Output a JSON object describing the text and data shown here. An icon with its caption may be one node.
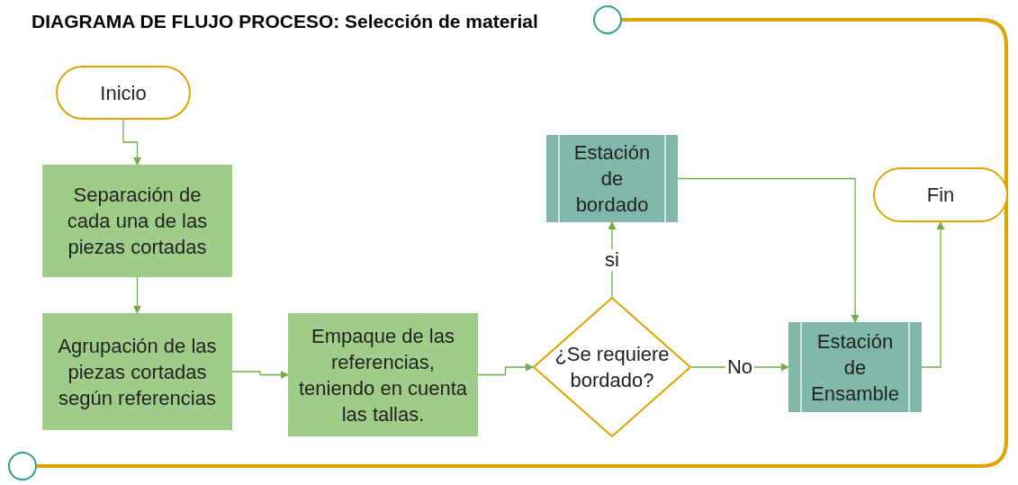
{
  "diagram": {
    "title": "DIAGRAMA DE FLUJO PROCESO: Selección de material",
    "nodes": [
      {
        "text": [],
        "shape": "circle"
      },
      {
        "text": [
          "Inicio"
        ]
      },
      {
        "text": [
          "Separación de cada una de las piezas cortadas"
        ]
      },
      {
        "text": [
          "Agrupación de las piezas cortadas según referencias"
        ]
      },
      {
        "text": [
          "Empaque de las referencias, teniendo en cuenta las tallas."
        ]
      },
      {
        "text": [
          "¿Se requiere bordado?"
        ]
      },
      {
        "text": [
          "Estación de bordado"
        ]
      },
      {
        "text": [
          "Estación de Ensamble"
        ]
      },
      {
        "text": [
          "Fin"
        ]
      },
      {
        "text": [],
        "shape": "circle"
      }
    ],
    "edges": [
      {
        "from": 1,
        "to": 2,
        "arrow": "to"
      },
      {
        "from": 2,
        "to": 3,
        "arrow": "to"
      },
      {
        "from": 3,
        "to": 4,
        "arrow": "to"
      },
      {
        "from": 4,
        "to": 5,
        "arrow": "to"
      },
      {
        "from": 5,
        "to": 6,
        "arrow": "to",
        "label": "si"
      },
      {
        "from": 5,
        "to": 7,
        "arrow": "to",
        "label": "No"
      },
      {
        "from": 6,
        "to": 7,
        "arrow": "to"
      },
      {
        "from": 7,
        "to": 8,
        "arrow": "to"
      },
      {
        "from": 0,
        "to": 9,
        "arrow": "none",
        "style": "thick",
        "color": "#e0a400"
      }
    ]
  }
}
